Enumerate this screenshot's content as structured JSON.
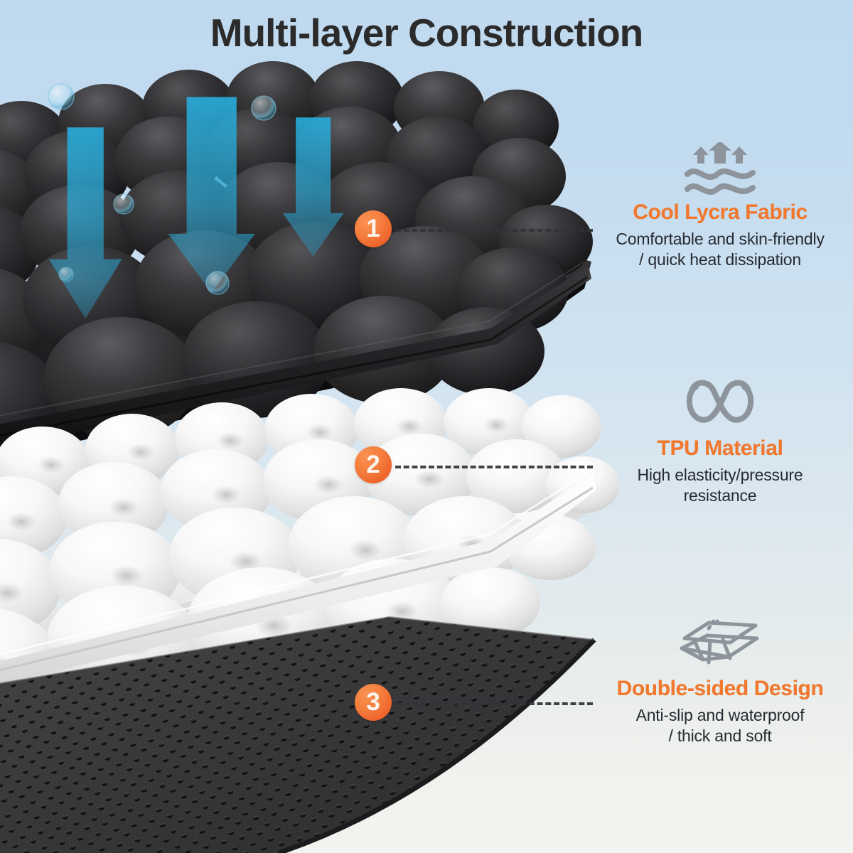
{
  "page": {
    "title": "Multi-layer Construction",
    "background_top": "#bfd9ef",
    "background_bottom": "#f3f3ef",
    "accent_orange": "#f0792f",
    "badge_orange": "#ef6129",
    "icon_gray": "#8d949b",
    "body_text_color": "#262a31"
  },
  "layers": [
    {
      "number": "1",
      "icon": "airflow-waves-icon",
      "heading": "Cool Lycra Fabric",
      "description_line1": "Comfortable and skin-friendly",
      "description_line2": "/ quick heat dissipation",
      "material_color": "#1e1e1e",
      "material_name": "black-bubble-cushion-top-layer"
    },
    {
      "number": "2",
      "icon": "spring-coil-icon",
      "heading": "TPU Material",
      "description_line1": "High elasticity/pressure",
      "description_line2": "resistance",
      "material_color": "#f2f2f2",
      "material_name": "white-tpu-bubble-layer"
    },
    {
      "number": "3",
      "icon": "stacked-sheets-icon",
      "heading": "Double-sided Design",
      "description_line1": "Anti-slip and waterproof",
      "description_line2": "/ thick and soft",
      "material_color": "#3b3b3d",
      "material_name": "perforated-anti-slip-base-layer"
    }
  ],
  "artwork": {
    "airflow_arrows_color": "#2b9cc4",
    "airflow_arrow_count": "3",
    "bubble_count": "6"
  }
}
